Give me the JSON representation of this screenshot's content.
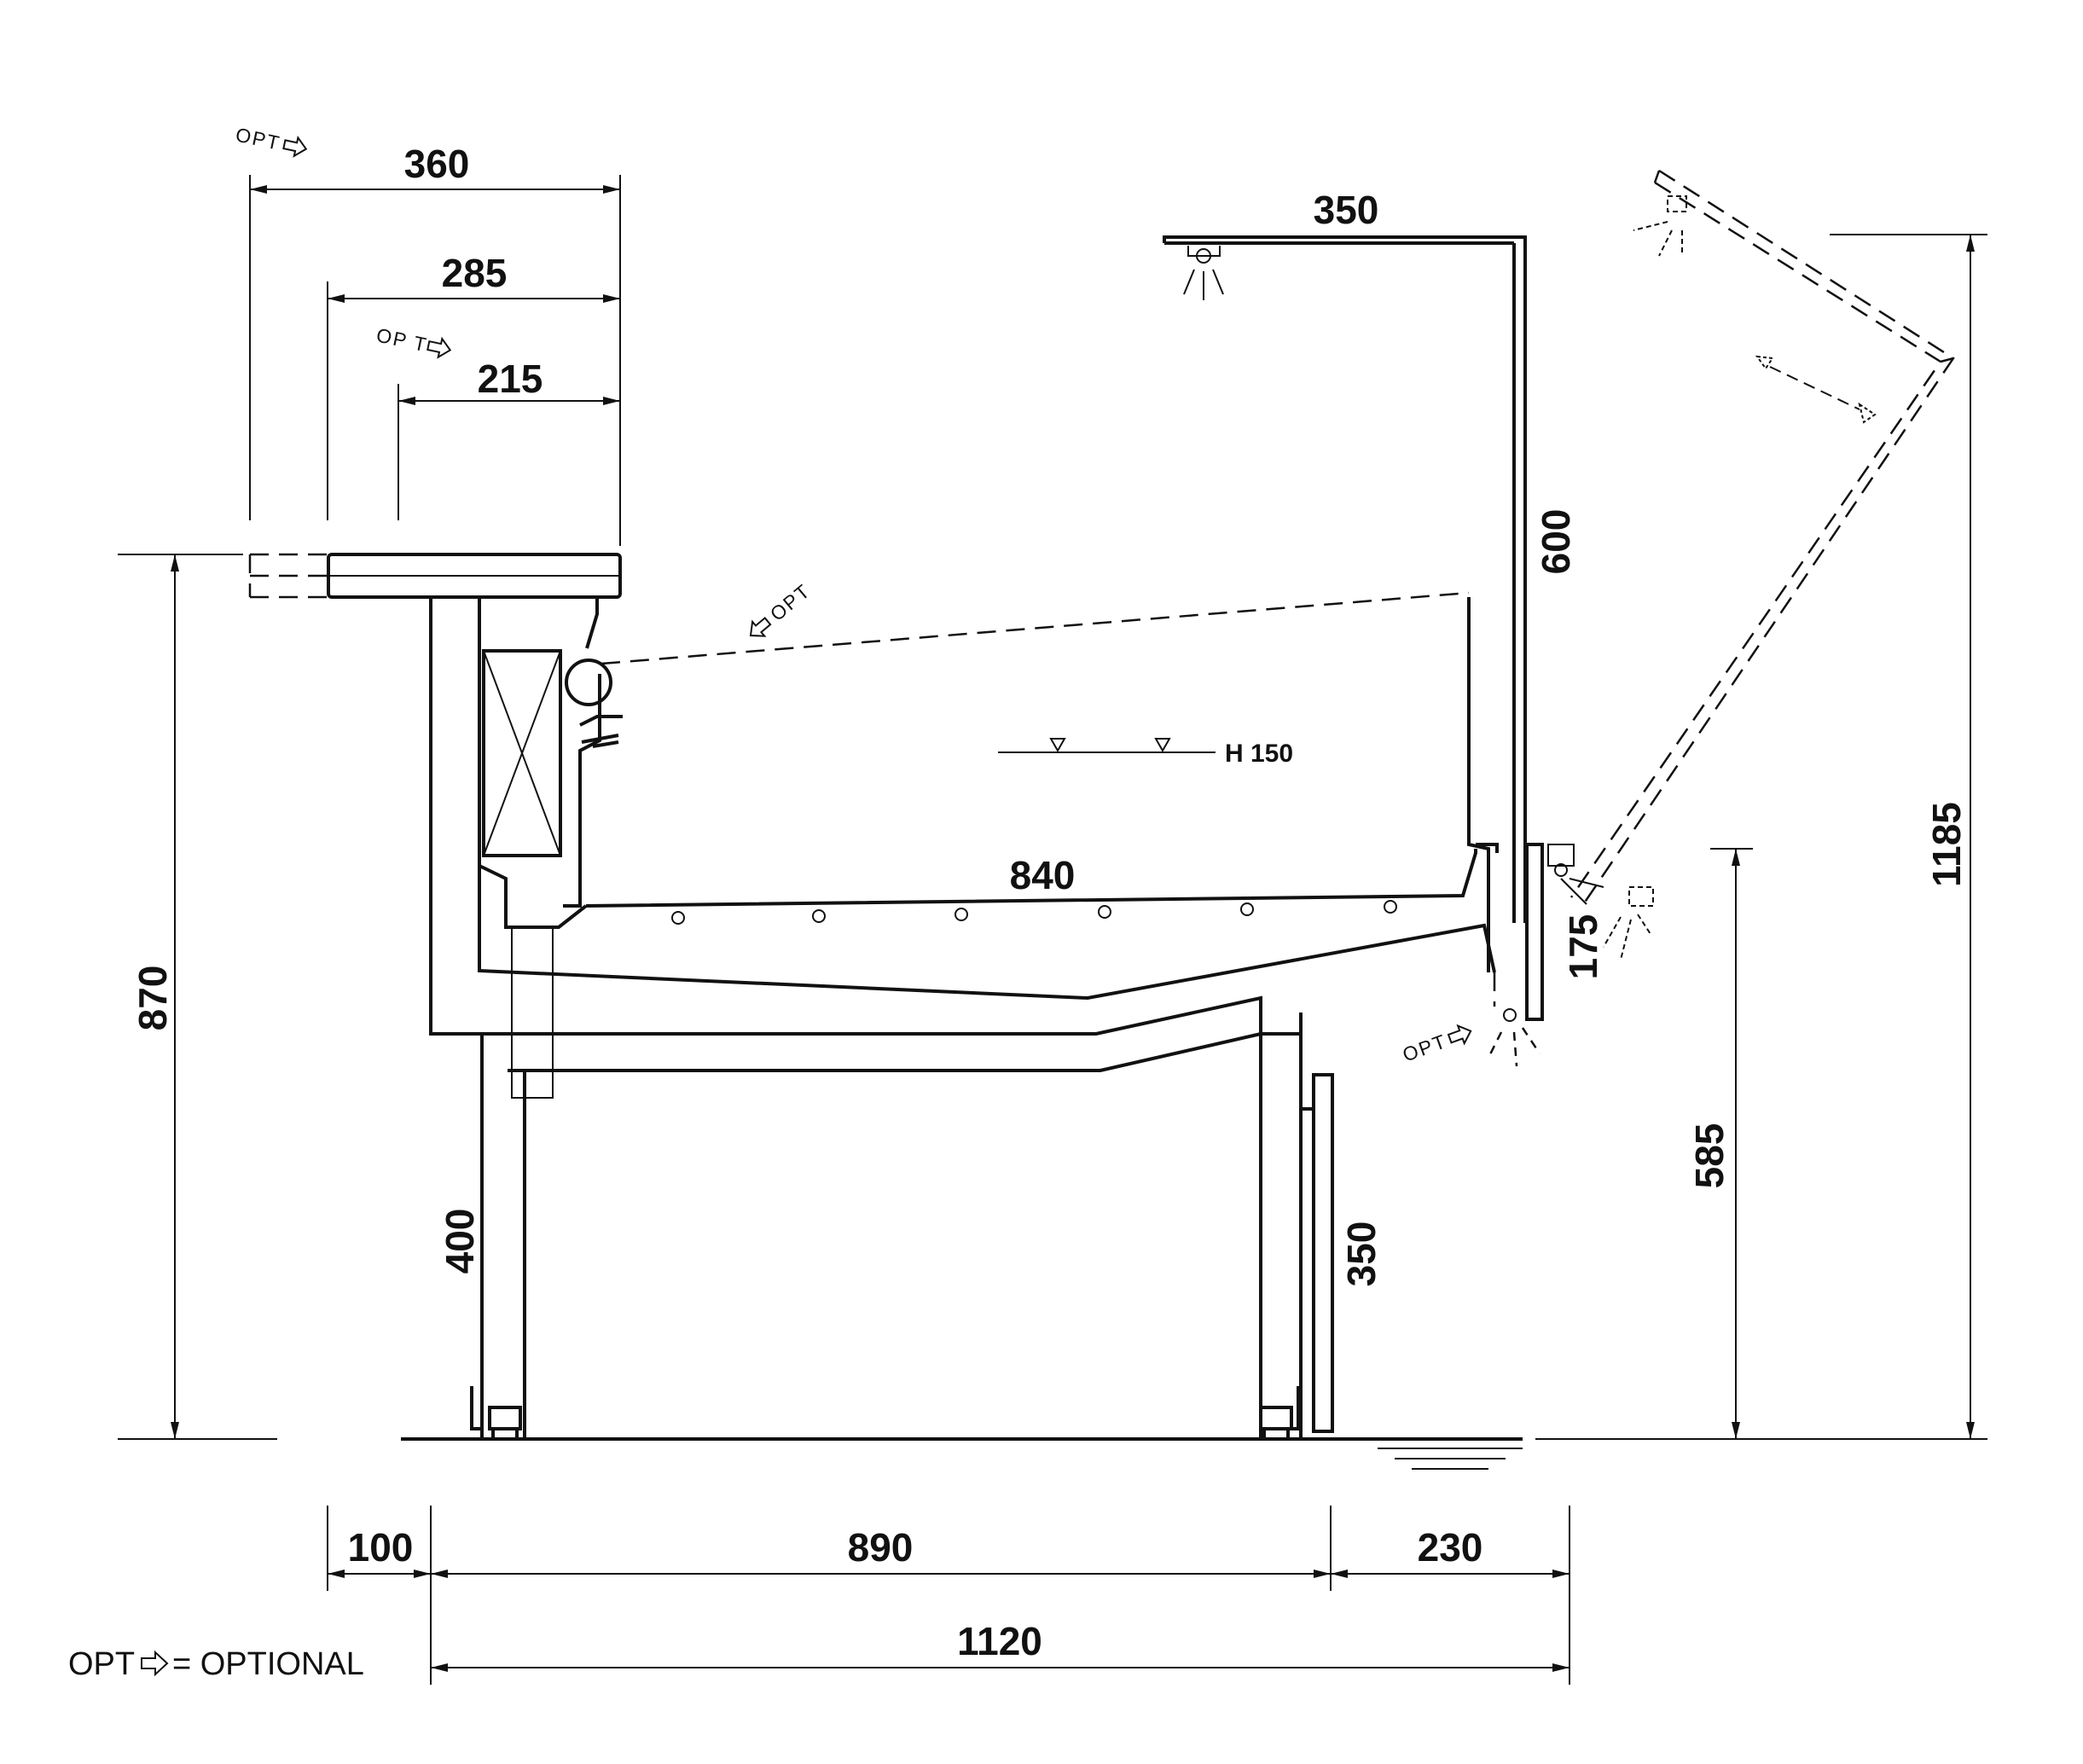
{
  "dimensions": {
    "top_360": "360",
    "top_285": "285",
    "top_215": "215",
    "canopy_350": "350",
    "height_600": "600",
    "depth_840": "840",
    "height_870": "870",
    "leg_400": "400",
    "panel_350": "350",
    "height_1185": "1185",
    "height_585": "585",
    "rail_175": "175",
    "bottom_100": "100",
    "bottom_890": "890",
    "bottom_230": "230",
    "bottom_1120": "1120"
  },
  "labels": {
    "level_mark": "H 150",
    "opt": "OPT",
    "opt_spaced": "OP T",
    "legend_prefix": "OPT",
    "legend_suffix": "= OPTIONAL"
  },
  "colors": {
    "ink": "#111111",
    "background": "#ffffff"
  }
}
